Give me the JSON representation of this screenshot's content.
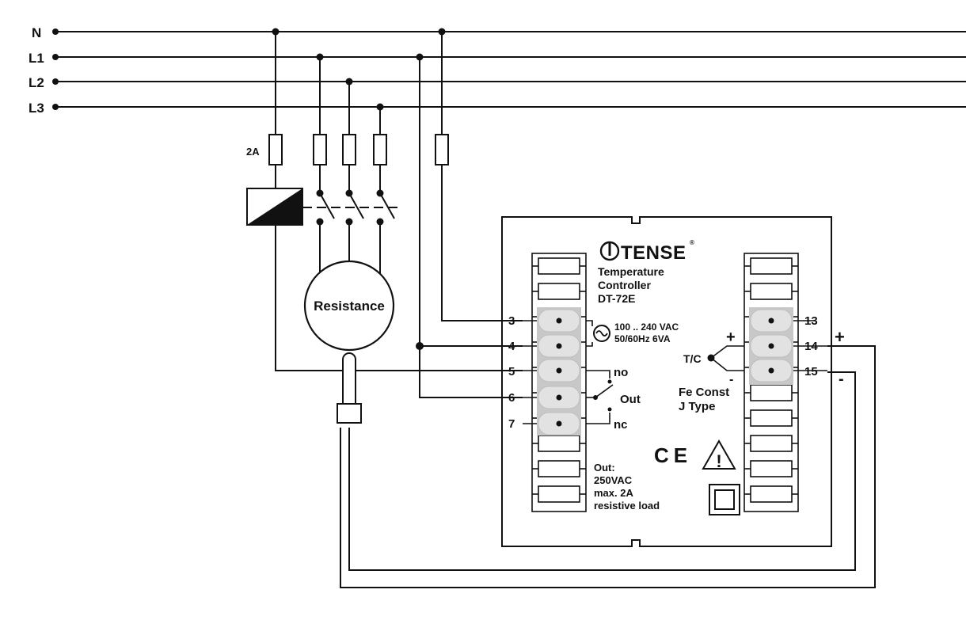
{
  "lines": {
    "n": "N",
    "l1": "L1",
    "l2": "L2",
    "l3": "L3"
  },
  "fuse_rating": "2A",
  "load_label": "Resistance",
  "brand": {
    "name": "TENSE",
    "registered": "®"
  },
  "device": {
    "line1": "Temperature",
    "line2": "Controller",
    "model": "DT-72E"
  },
  "power": {
    "line1": "100 .. 240 VAC",
    "line2": "50/60Hz 6VA"
  },
  "terminals_left": [
    "3",
    "4",
    "5",
    "6",
    "7"
  ],
  "terminals_right": [
    "13",
    "14",
    "15"
  ],
  "relay": {
    "no": "no",
    "out": "Out",
    "nc": "nc"
  },
  "sensor": {
    "label": "T/C",
    "plus": "+",
    "minus": "-",
    "type_line1": "Fe Const",
    "type_line2": "J Type"
  },
  "output_rating": {
    "line1": "Out:",
    "line2": "250VAC",
    "line3": "max. 2A",
    "line4": "resistive load"
  },
  "marks": {
    "ce": "CE",
    "warning": "!"
  },
  "polarity": {
    "plus": "+",
    "minus": "-"
  }
}
